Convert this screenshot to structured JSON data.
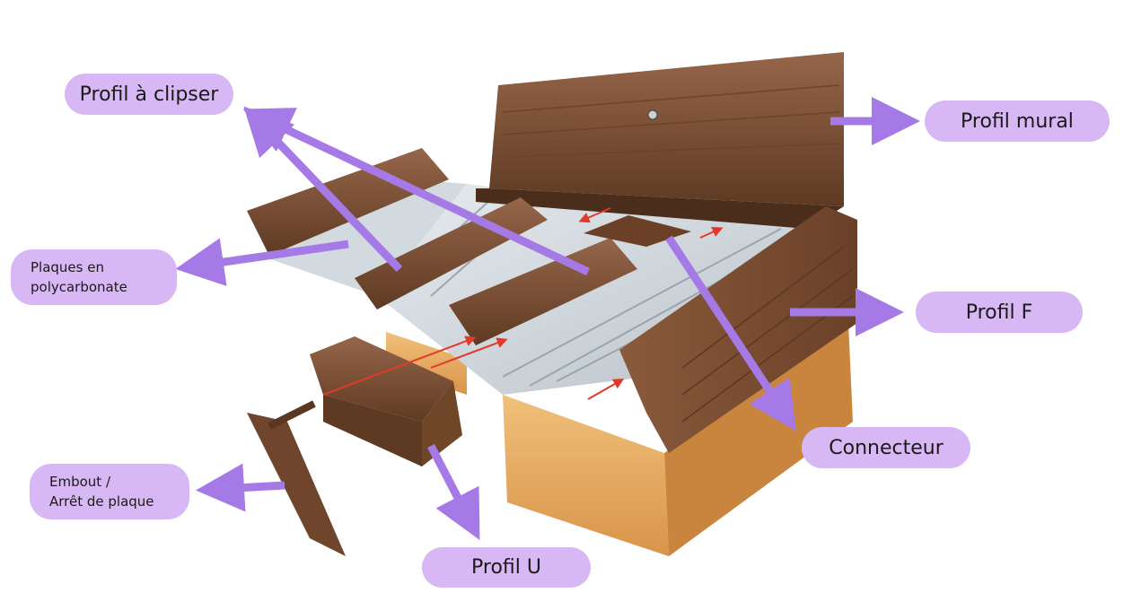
{
  "labels": {
    "profil_clipser": "Profil à clipser",
    "profil_mural": "Profil mural",
    "plaques_line1": "Plaques en",
    "plaques_line2": "polycarbonate",
    "profil_f": "Profil F",
    "connecteur": "Connecteur",
    "embout_line1": "Embout /",
    "embout_line2": "Arrêt de plaque",
    "profil_u": "Profil U"
  },
  "colors": {
    "label_fill": "#d8b8f4",
    "arrow": "#a57ae6",
    "profile_brown": "#7a4e2f",
    "wood": "#e6aa5c",
    "red_arrow": "#e23a2a"
  }
}
